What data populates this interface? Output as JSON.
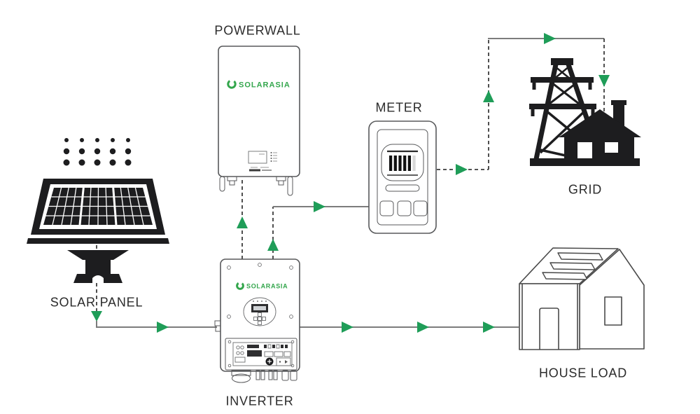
{
  "diagram": {
    "type": "solar-energy-system-flow",
    "nodes": {
      "solar_panel": {
        "label": "SOLAR PANEL"
      },
      "powerwall": {
        "label": "POWERWALL",
        "brand": "SOLARASIA"
      },
      "inverter": {
        "label": "INVERTER",
        "brand": "SOLARASIA"
      },
      "meter": {
        "label": "METER"
      },
      "grid": {
        "label": "GRID"
      },
      "house_load": {
        "label": "HOUSE LOAD"
      }
    },
    "connections": [
      {
        "from": "solar_panel",
        "to": "inverter",
        "line": "dashed-then-solid",
        "arrows": 2
      },
      {
        "from": "inverter",
        "to": "powerwall",
        "line": "dashed",
        "arrows": 1
      },
      {
        "from": "inverter",
        "to": "meter",
        "line": "dashed-then-solid",
        "arrows": 2
      },
      {
        "from": "meter",
        "to": "grid",
        "line": "dashed-and-solid",
        "arrows": 4
      },
      {
        "from": "inverter",
        "to": "house_load",
        "line": "solid",
        "arrows": 3
      }
    ]
  },
  "colors": {
    "background": "#ffffff",
    "icon_black": "#1d1d1f",
    "outline_gray": "#58595b",
    "line_gray": "#7c7c7c",
    "dash_dark": "#3c3c3c",
    "arrow_green": "#1f9d58",
    "brand_green": "#33a64c",
    "label_dark": "#2b2b2b"
  }
}
